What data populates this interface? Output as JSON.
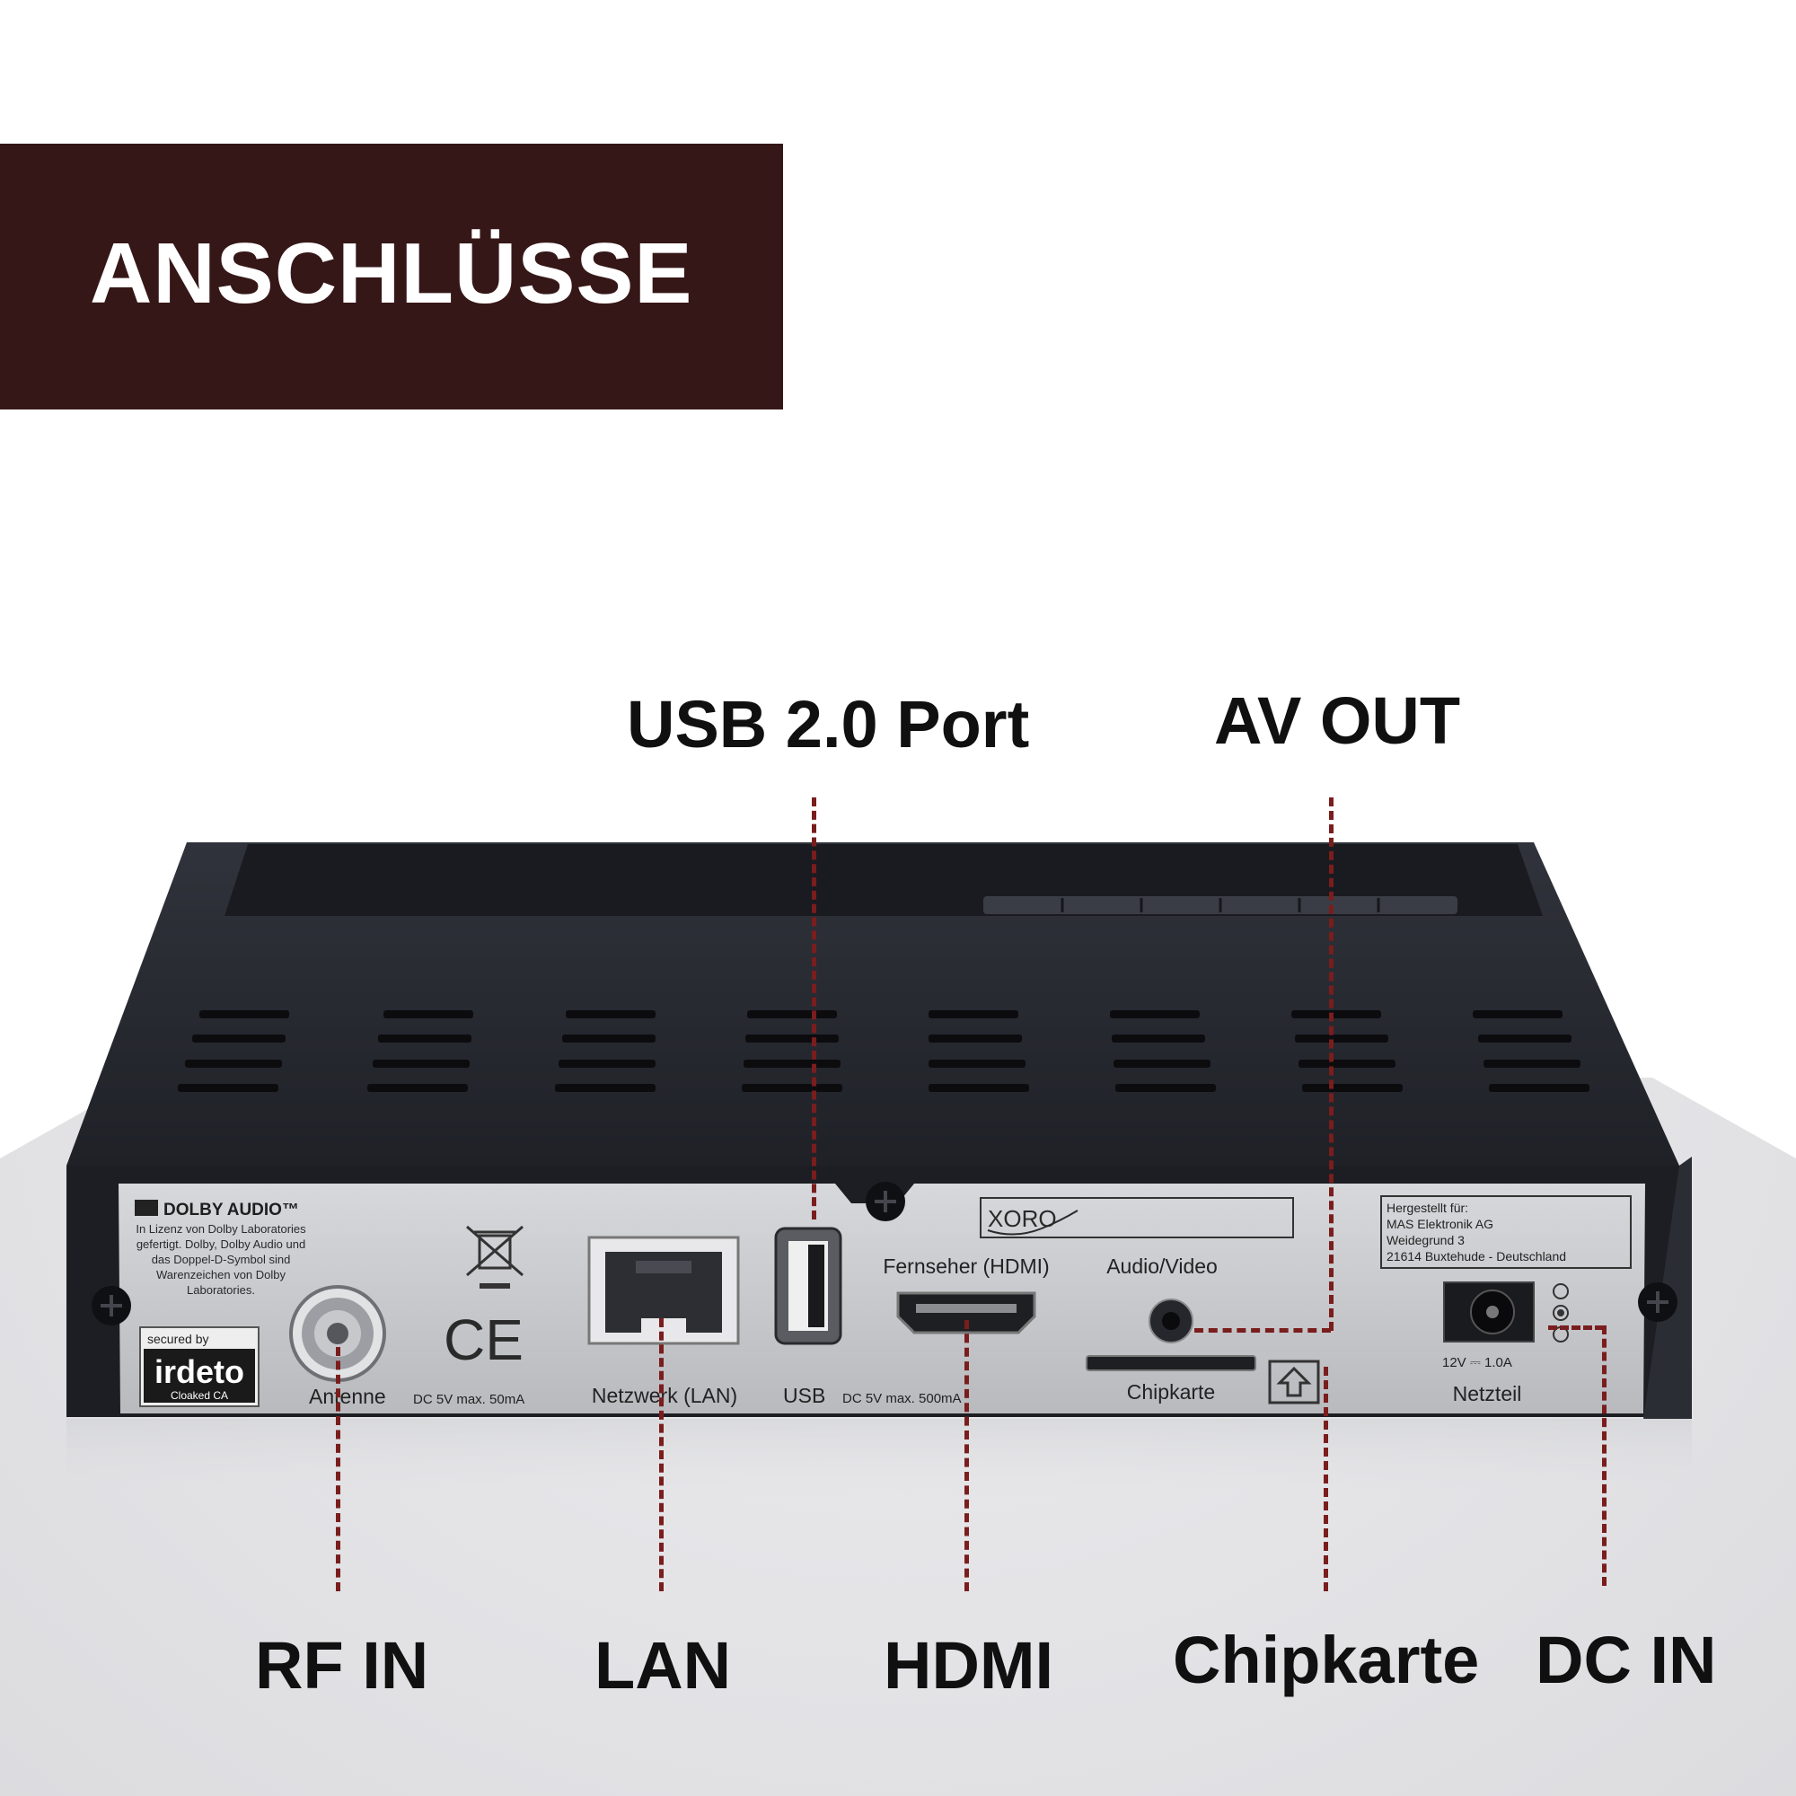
{
  "header": {
    "title": "ANSCHLÜSSE"
  },
  "callouts": {
    "usb": "USB 2.0 Port",
    "av_out": "AV OUT",
    "rf_in": "RF IN",
    "lan": "LAN",
    "hdmi": "HDMI",
    "chipkarte": "Chipkarte",
    "dc_in": "DC IN"
  },
  "panel": {
    "dolby_title": "DOLBY AUDIO™",
    "dolby_text": [
      "In Lizenz von Dolby Laboratories",
      "gefertigt. Dolby, Dolby Audio und",
      "das Doppel-D-Symbol sind",
      "Warenzeichen von Dolby",
      "Laboratories."
    ],
    "secured_by": "secured by",
    "irdeto": "irdeto",
    "cloaked": "Cloaked CA",
    "ce": "CE",
    "antenne": "Antenne",
    "antenne_spec": "DC 5V max. 50mA",
    "netzwerk": "Netzwerk (LAN)",
    "usb": "USB",
    "usb_spec": "DC 5V max. 500mA",
    "xoro": "XORO",
    "fernseher": "Fernseher (HDMI)",
    "audio_video": "Audio/Video",
    "chipkarte": "Chipkarte",
    "hergestellt": [
      "Hergestellt für:",
      "MAS Elektronik AG",
      "Weidegrund 3",
      "21614 Buxtehude - Deutschland"
    ],
    "netzteil_spec": "12V ⎓ 1.0A",
    "netzteil": "Netzteil"
  },
  "colors": {
    "header_bg": "#361717",
    "lead_line": "#7a1d1d",
    "chassis": "#23252c",
    "panel": "#c9cacd"
  }
}
